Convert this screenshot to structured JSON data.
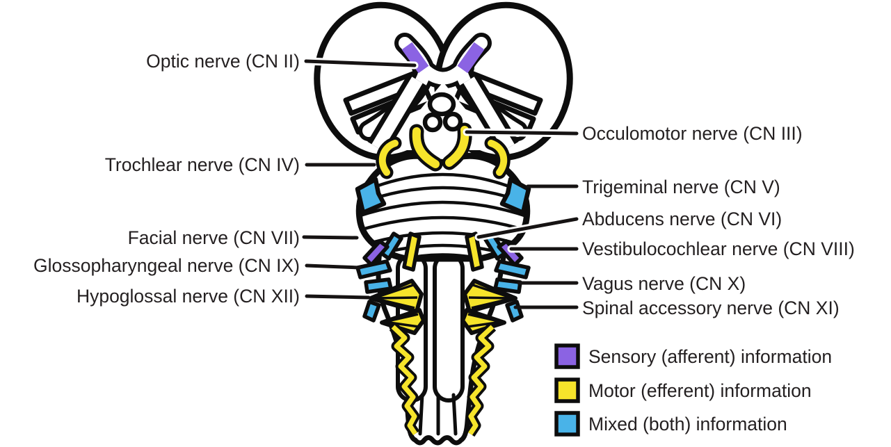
{
  "diagram_subject": "Ventral view of the brainstem with cranial nerves",
  "labels": {
    "left": [
      {
        "text": "Optic nerve (CN II)"
      },
      {
        "text": "Trochlear nerve (CN IV)"
      },
      {
        "text": "Facial nerve (CN VII)"
      },
      {
        "text": "Glossopharyngeal nerve (CN IX)"
      },
      {
        "text": "Hypoglossal nerve (CN XII)"
      }
    ],
    "right": [
      {
        "text": "Occulomotor nerve (CN III)"
      },
      {
        "text": "Trigeminal nerve (CN V)"
      },
      {
        "text": "Abducens nerve (CN VI)"
      },
      {
        "text": "Vestibulocochlear nerve (CN VIII)"
      },
      {
        "text": "Vagus nerve (CN X)"
      },
      {
        "text": "Spinal accessory nerve (CN XI)"
      }
    ]
  },
  "legend": {
    "items": [
      {
        "label": "Sensory (afferent) information",
        "color": "#8B63E3"
      },
      {
        "label": "Motor (efferent) information",
        "color": "#F6E42B"
      },
      {
        "label": "Mixed (both) information",
        "color": "#49B3E8"
      }
    ]
  },
  "colors": {
    "sensory": "#8B63E3",
    "motor": "#F6E42B",
    "mixed": "#49B3E8",
    "text": "#231F20"
  }
}
